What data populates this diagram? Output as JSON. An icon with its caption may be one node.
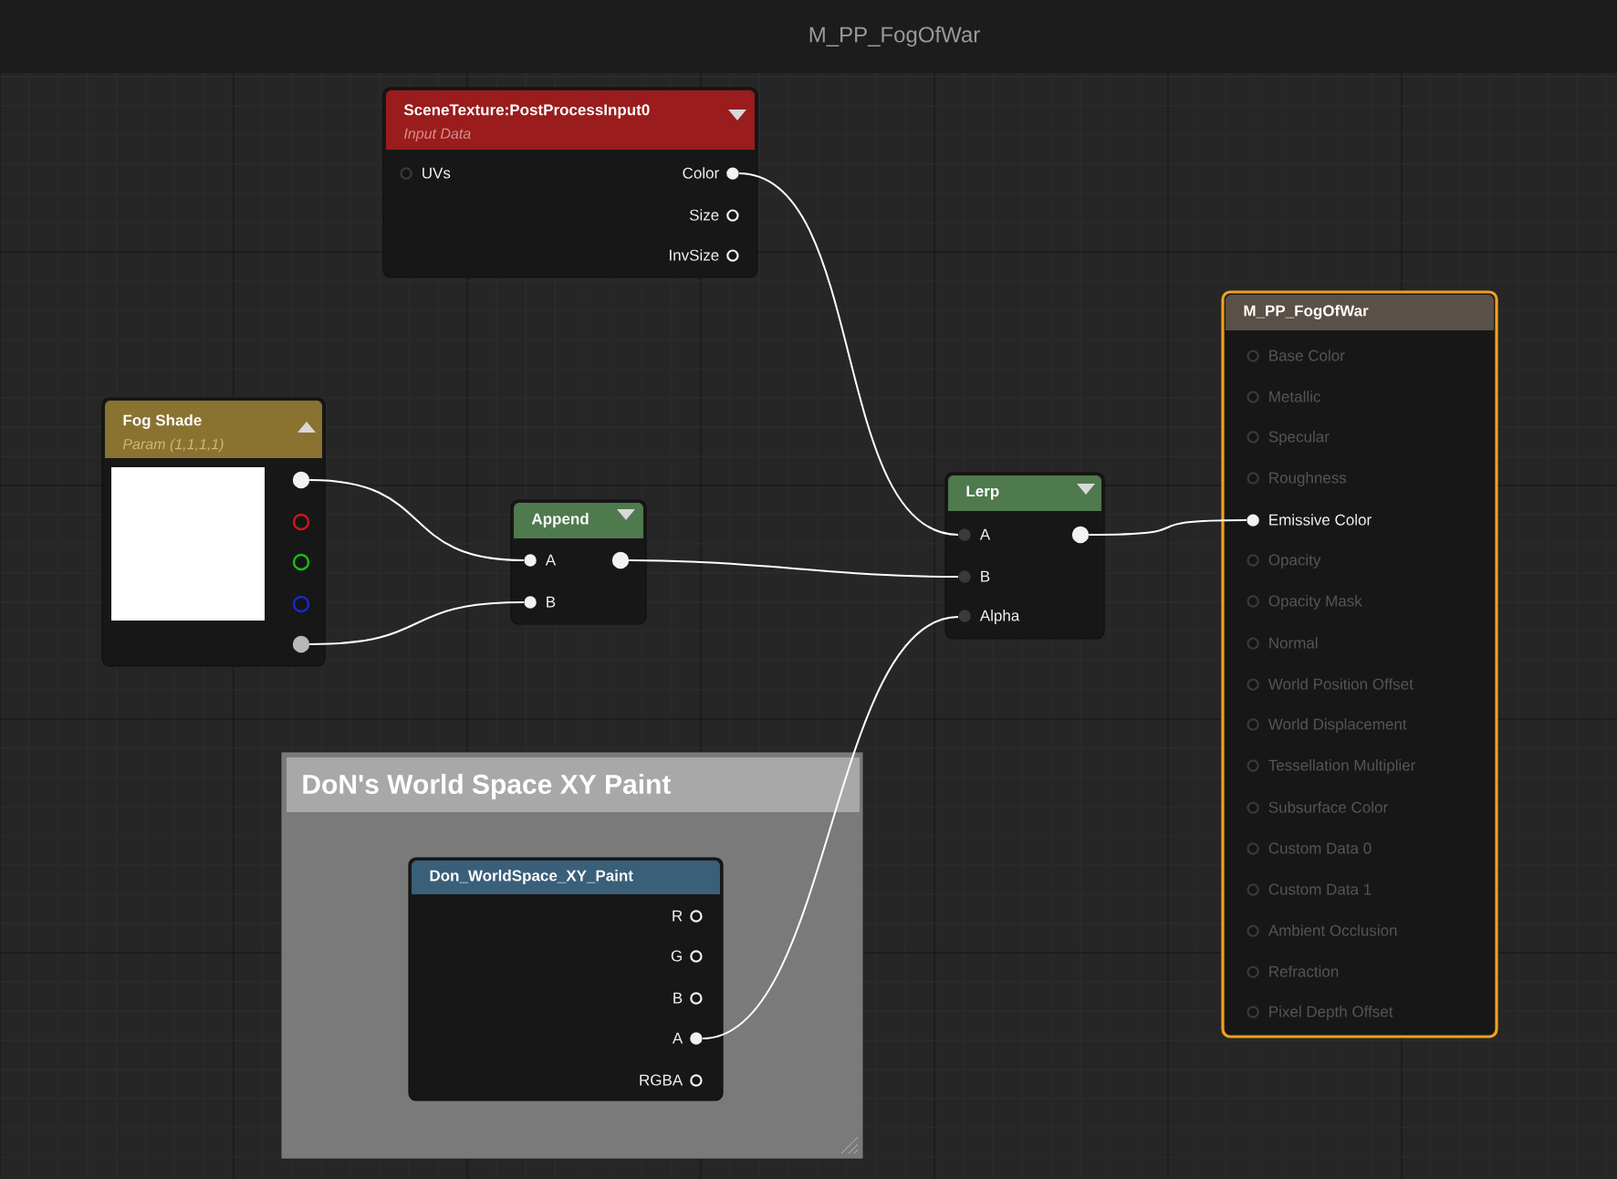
{
  "diagram": {
    "title": "M_PP_FogOfWar",
    "nodes": [
      {
        "text": [
          "SceneTexture:PostProcessInput0",
          "Input Data"
        ]
      },
      {
        "text": [
          "UVs"
        ],
        "in": 0
      },
      {
        "text": [
          "Color"
        ],
        "in": 0
      },
      {
        "text": [
          "Size"
        ],
        "in": 0
      },
      {
        "text": [
          "InvSize"
        ],
        "in": 0
      },
      {
        "text": [
          "Fog Shade",
          "Param (1,1,1,1)"
        ]
      },
      {
        "text": [],
        "shape": "circle",
        "in": 5
      },
      {
        "text": [],
        "shape": "circle",
        "in": 5
      },
      {
        "text": [],
        "shape": "circle",
        "in": 5
      },
      {
        "text": [],
        "shape": "circle",
        "in": 5
      },
      {
        "text": [],
        "shape": "circle",
        "in": 5
      },
      {
        "text": [
          "Append"
        ]
      },
      {
        "text": [
          "A"
        ],
        "in": 11
      },
      {
        "text": [
          "B"
        ],
        "in": 11
      },
      {
        "text": [],
        "shape": "circle",
        "in": 11
      },
      {
        "text": [
          "Lerp"
        ]
      },
      {
        "text": [
          "A"
        ],
        "in": 15
      },
      {
        "text": [
          "B"
        ],
        "in": 15
      },
      {
        "text": [
          "Alpha"
        ],
        "in": 15
      },
      {
        "text": [],
        "shape": "circle",
        "in": 15
      },
      {
        "text": [
          "M_PP_FogOfWar"
        ]
      },
      {
        "text": [
          "Base Color"
        ],
        "in": 20
      },
      {
        "text": [
          "Metallic"
        ],
        "in": 20
      },
      {
        "text": [
          "Specular"
        ],
        "in": 20
      },
      {
        "text": [
          "Roughness"
        ],
        "in": 20
      },
      {
        "text": [
          "Emissive Color"
        ],
        "in": 20
      },
      {
        "text": [
          "Opacity"
        ],
        "in": 20
      },
      {
        "text": [
          "Opacity Mask"
        ],
        "in": 20
      },
      {
        "text": [
          "Normal"
        ],
        "in": 20
      },
      {
        "text": [
          "World Position Offset"
        ],
        "in": 20
      },
      {
        "text": [
          "World Displacement"
        ],
        "in": 20
      },
      {
        "text": [
          "Tessellation Multiplier"
        ],
        "in": 20
      },
      {
        "text": [
          "Subsurface Color"
        ],
        "in": 20
      },
      {
        "text": [
          "Custom Data 0"
        ],
        "in": 20
      },
      {
        "text": [
          "Custom Data 1"
        ],
        "in": 20
      },
      {
        "text": [
          "Ambient Occlusion"
        ],
        "in": 20
      },
      {
        "text": [
          "Refraction"
        ],
        "in": 20
      },
      {
        "text": [
          "Pixel Depth Offset"
        ],
        "in": 20
      },
      {
        "text": [
          "DoN's World Space XY Paint"
        ]
      },
      {
        "text": [
          "Don_WorldSpace_XY_Paint"
        ],
        "in": 38
      },
      {
        "text": [
          "R"
        ],
        "in": 39
      },
      {
        "text": [
          "G"
        ],
        "in": 39
      },
      {
        "text": [
          "B"
        ],
        "in": 39
      },
      {
        "text": [
          "A"
        ],
        "in": 39
      },
      {
        "text": [
          "RGBA"
        ],
        "in": 39
      }
    ],
    "edges": [
      {
        "from": 2,
        "to": 16,
        "arrow": "none"
      },
      {
        "from": 6,
        "to": 12,
        "arrow": "none"
      },
      {
        "from": 10,
        "to": 13,
        "arrow": "none"
      },
      {
        "from": 14,
        "to": 17,
        "arrow": "none"
      },
      {
        "from": 43,
        "to": 18,
        "arrow": "none"
      },
      {
        "from": 19,
        "to": 25,
        "arrow": "none"
      }
    ]
  }
}
